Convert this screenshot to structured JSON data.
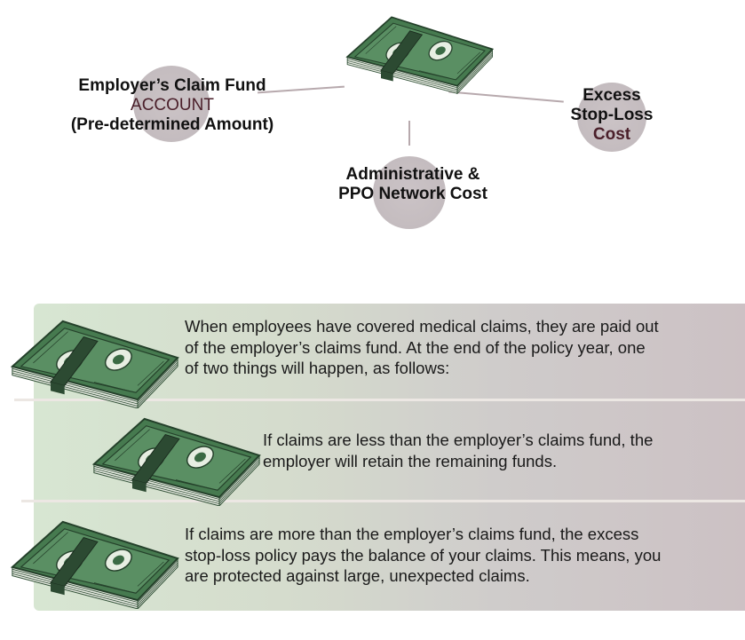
{
  "diagram": {
    "fund": {
      "line1": "Employer’s Claim Fund",
      "line2": "ACCOUNT",
      "line3": "(Pre-determined Amount)"
    },
    "admin": {
      "line1": "Administrative &",
      "line2": "PPO Network Cost"
    },
    "excess": {
      "line1": "Excess",
      "line2": "Stop-Loss",
      "line3": "Cost"
    }
  },
  "info": {
    "intro": [
      "When employees have covered medical claims, they are paid out",
      "of the employer’s claims fund. At the end of the policy year, one",
      "of two things will happen, as follows:"
    ],
    "less": [
      "If claims are less than the employer’s claims fund, the",
      "employer will retain the remaining funds."
    ],
    "more": [
      "If claims are more than the employer’s claims fund, the excess",
      "stop-loss policy pays the balance of your claims. This means, you",
      "are protected against large, unexpected claims."
    ]
  },
  "colors": {
    "money_green": "#3d6b45",
    "accent_text": "#4a1f2a",
    "circle": "#c7bfc2",
    "panel_left": "#d7e6d2",
    "panel_right": "#ccc1c4"
  },
  "icons": [
    "money-stack-icon"
  ]
}
